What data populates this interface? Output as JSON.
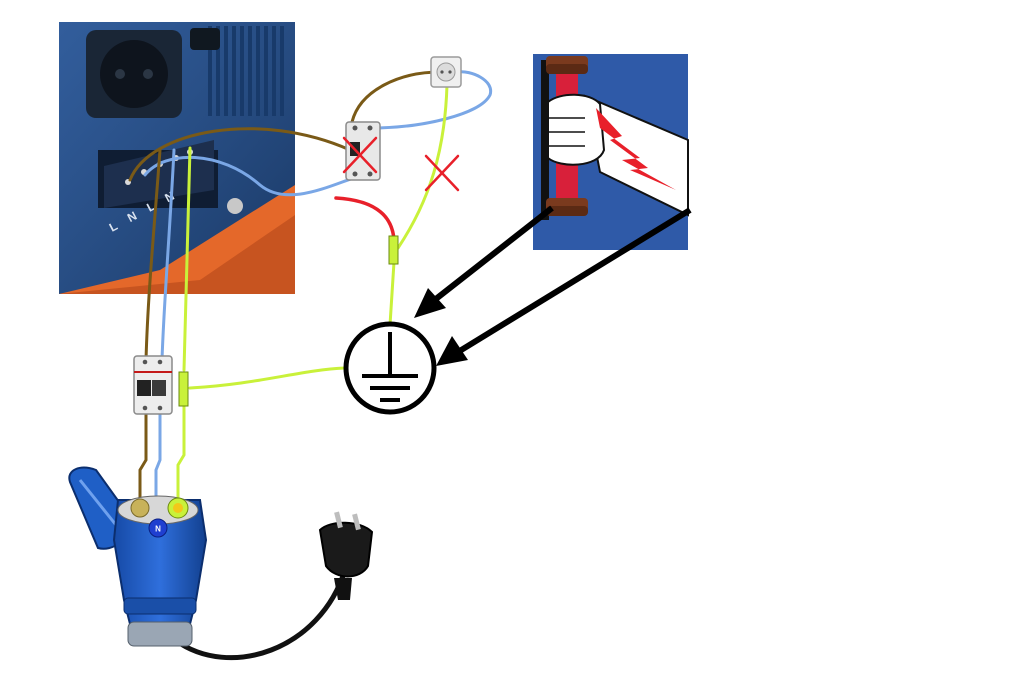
{
  "inverter_panel": {
    "terminal_labels": [
      "L",
      "N",
      "L",
      "N"
    ]
  },
  "plug": {
    "pin_labels": {
      "neutral": "N"
    }
  },
  "colors": {
    "live_wire": "#7a5a17",
    "neutral_wire": "#7aa7e6",
    "earth_wire": "#c9f13a",
    "bridge_wire": "#e8202a",
    "cross_mark": "#e8202a",
    "inverter_blue": "#214f8a",
    "connector_blue": "#1f5fc6",
    "warning_blue": "#2f5aa8",
    "arrow_black": "#000000"
  },
  "icons": [
    "earth-ground-icon",
    "electric-shock-warning-icon",
    "wall-socket-icon",
    "circuit-breaker-icon",
    "cross-mark-icon"
  ]
}
